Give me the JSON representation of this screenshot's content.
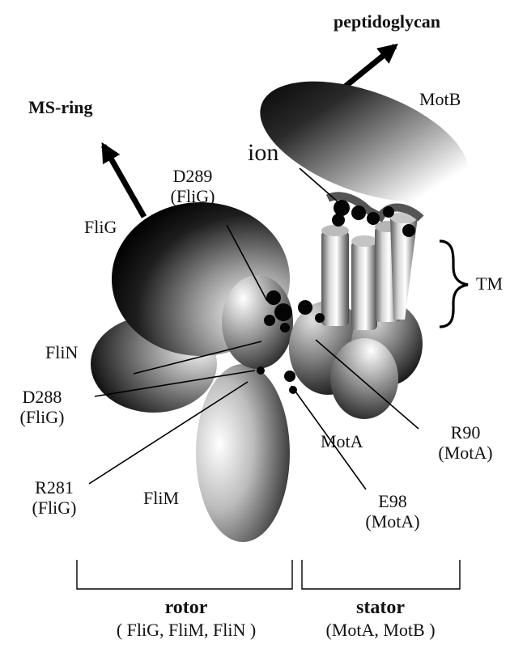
{
  "labels": {
    "peptidoglycan": "peptidoglycan",
    "ms_ring": "MS-ring",
    "motb": "MotB",
    "ion": "ion",
    "d289_res": "D289",
    "d289_prot": "(FliG)",
    "flig": "FliG",
    "tm": "TM",
    "flin": "FliN",
    "d288_res": "D288",
    "d288_prot": "(FliG)",
    "r90_res": "R90",
    "r90_prot": "(MotA)",
    "mota": "MotA",
    "r281_res": "R281",
    "r281_prot": "(FliG)",
    "flim": "FliM",
    "e98_res": "E98",
    "e98_prot": "(MotA)"
  },
  "groups": {
    "rotor_title": "rotor",
    "rotor_members": "( FliG, FliM, FliN )",
    "stator_title": "stator",
    "stator_members": "(MotA, MotB )"
  }
}
